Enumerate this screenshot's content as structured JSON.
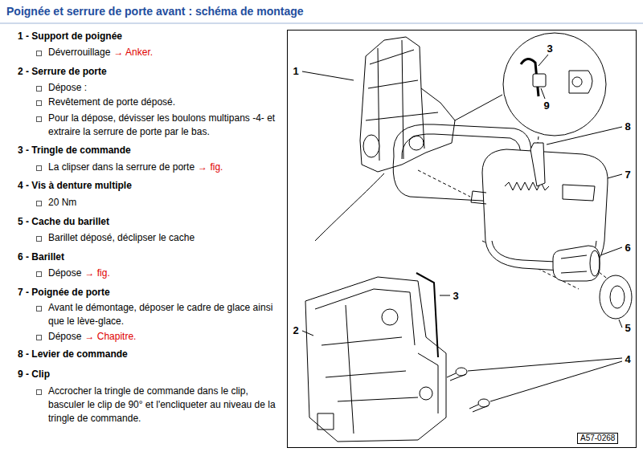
{
  "diagram": {
    "title": "Poignée et serrure de porte avant : schéma de montage",
    "labels": [
      "1 - Support de poignée",
      "Déverrouillage",
      "→ Anker.",
      "2 - Serrure de porte",
      "Dépose :",
      "Revêtement de porte déposé.",
      "Pour la dépose, dévisser les boulons multipans -4- et extraire la serrure de porte par le bas.",
      "3 - Tringle de commande",
      "La clipser dans la serrure de porte",
      "→ fig.",
      "4 - Vis à denture multiple",
      "20 Nm",
      "5 - Cache du barillet",
      "Barillet déposé, déclipser le cache",
      "6 - Barillet",
      "Dépose",
      "→ fig.",
      "7 - Poignée de porte",
      "Avant le démontage, déposer le cadre de glace ainsi que le lève-glace.",
      "Dépose",
      "→ Chapitre.",
      "8 - Levier de commande",
      "9 - Clip",
      "Accrocher la tringle de commande dans le clip, basculer le clip de 90° et l'encliqueter au niveau de la tringle de commande.",
      "1",
      "2",
      "3",
      "3",
      "4",
      "5",
      "6",
      "7",
      "8",
      "9",
      "A57-0268"
    ]
  }
}
